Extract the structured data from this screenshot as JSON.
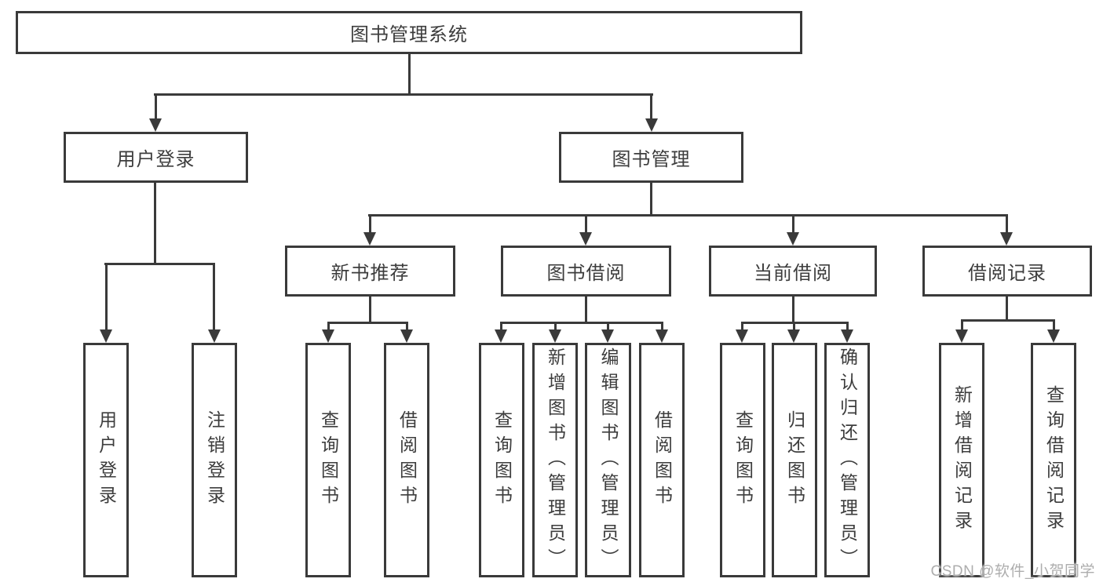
{
  "diagram": {
    "root": {
      "label": "图书管理系统"
    },
    "branches": [
      {
        "label": "用户登录",
        "children": [
          {
            "label": "用户登录"
          },
          {
            "label": "注销登录"
          }
        ]
      },
      {
        "label": "图书管理",
        "children": [
          {
            "label": "新书推荐",
            "children": [
              {
                "label": "查询图书"
              },
              {
                "label": "借阅图书"
              }
            ]
          },
          {
            "label": "图书借阅",
            "children": [
              {
                "label": "查询图书"
              },
              {
                "label": "新增图书（管理员）"
              },
              {
                "label": "编辑图书（管理员）"
              },
              {
                "label": "借阅图书"
              }
            ]
          },
          {
            "label": "当前借阅",
            "children": [
              {
                "label": "查询图书"
              },
              {
                "label": "归还图书"
              },
              {
                "label": "确认归还（管理员）"
              }
            ]
          },
          {
            "label": "借阅记录",
            "children": [
              {
                "label": "新增借阅记录"
              },
              {
                "label": "查询借阅记录"
              }
            ]
          }
        ]
      }
    ]
  },
  "watermark": {
    "text": "CSDN @软件_小贺同学"
  },
  "colors": {
    "line": "#3a3a3a",
    "text": "#3d3d3d",
    "watermark": "#adadad",
    "background": "#ffffff"
  }
}
